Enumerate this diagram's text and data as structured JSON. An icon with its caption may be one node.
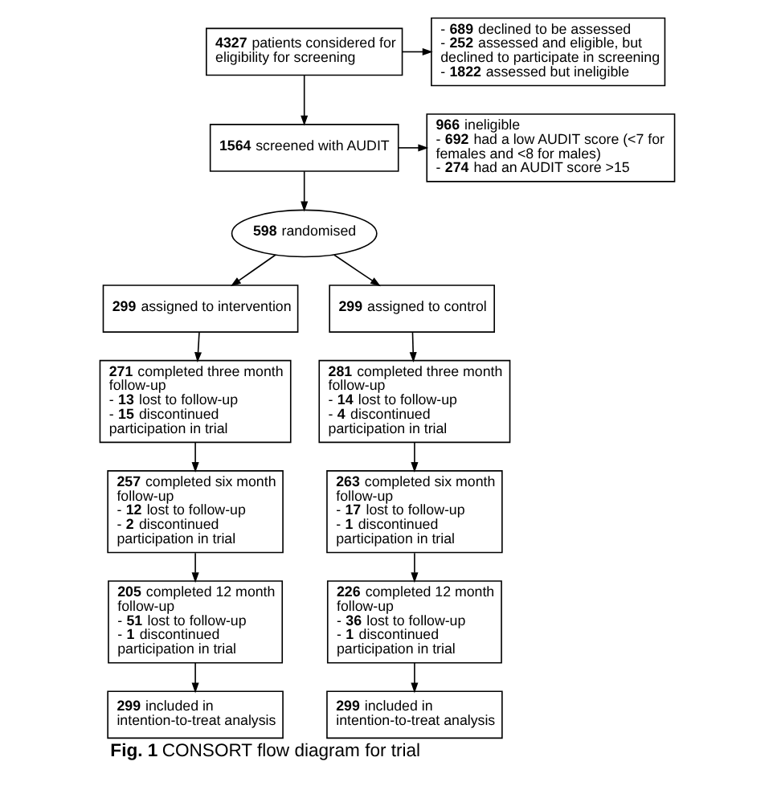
{
  "diagram": {
    "caption": "**Fig. 1** CONSORT flow diagram for trial",
    "nodes": [
      {
        "text": [
          "**4327** patients considered for eligibility for screening"
        ]
      },
      {
        "text": [
          "- **689** declined to be assessed",
          "- **252** assessed and eligible, but declined to participate in screening",
          "- **1822** assessed but ineligible"
        ]
      },
      {
        "text": [
          "**1564** screened with AUDIT"
        ]
      },
      {
        "text": [
          "**966** ineligible",
          "- **692** had a low AUDIT score (<7 for females and <8 for males)",
          "- **274** had an AUDIT score >15"
        ]
      },
      {
        "text": [
          "**598** randomised"
        ]
      },
      {
        "text": [
          "**299** assigned to intervention"
        ]
      },
      {
        "text": [
          "**299** assigned to control"
        ]
      },
      {
        "text": [
          "**271** completed three month follow-up",
          "- **13** lost to follow-up",
          "- **15** discontinued participation in trial"
        ]
      },
      {
        "text": [
          "**281** completed three month follow-up",
          "- **14** lost to follow-up",
          "- **4** discontinued participation in trial"
        ]
      },
      {
        "text": [
          "**257** completed six month follow-up",
          "- **12** lost to follow-up",
          "- **2** discontinued participation in trial"
        ]
      },
      {
        "text": [
          "**263** completed six month follow-up",
          "- **17** lost to follow-up",
          "- **1** discontinued participation in trial"
        ]
      },
      {
        "text": [
          "**205** completed 12 month follow-up",
          "- **51** lost to follow-up",
          "- **1** discontinued participation in trial"
        ]
      },
      {
        "text": [
          "**226** completed 12 month follow-up",
          "- **36** lost to follow-up",
          "- **1** discontinued participation in trial"
        ]
      },
      {
        "text": [
          "**299** included in intention-to-treat analysis"
        ]
      },
      {
        "text": [
          "**299** included in intention-to-treat analysis"
        ]
      }
    ],
    "edges": [
      {
        "from": 0,
        "to": 2,
        "arrow": "to"
      },
      {
        "from": 0,
        "to": 1,
        "arrow": "to"
      },
      {
        "from": 2,
        "to": 4,
        "arrow": "to"
      },
      {
        "from": 2,
        "to": 3,
        "arrow": "to"
      },
      {
        "from": 4,
        "to": 5,
        "arrow": "to"
      },
      {
        "from": 4,
        "to": 6,
        "arrow": "to"
      },
      {
        "from": 5,
        "to": 7,
        "arrow": "to"
      },
      {
        "from": 6,
        "to": 8,
        "arrow": "to"
      },
      {
        "from": 7,
        "to": 9,
        "arrow": "to"
      },
      {
        "from": 8,
        "to": 10,
        "arrow": "to"
      },
      {
        "from": 9,
        "to": 11,
        "arrow": "to"
      },
      {
        "from": 10,
        "to": 12,
        "arrow": "to"
      },
      {
        "from": 11,
        "to": 13,
        "arrow": "to"
      },
      {
        "from": 12,
        "to": 14,
        "arrow": "to"
      }
    ]
  }
}
